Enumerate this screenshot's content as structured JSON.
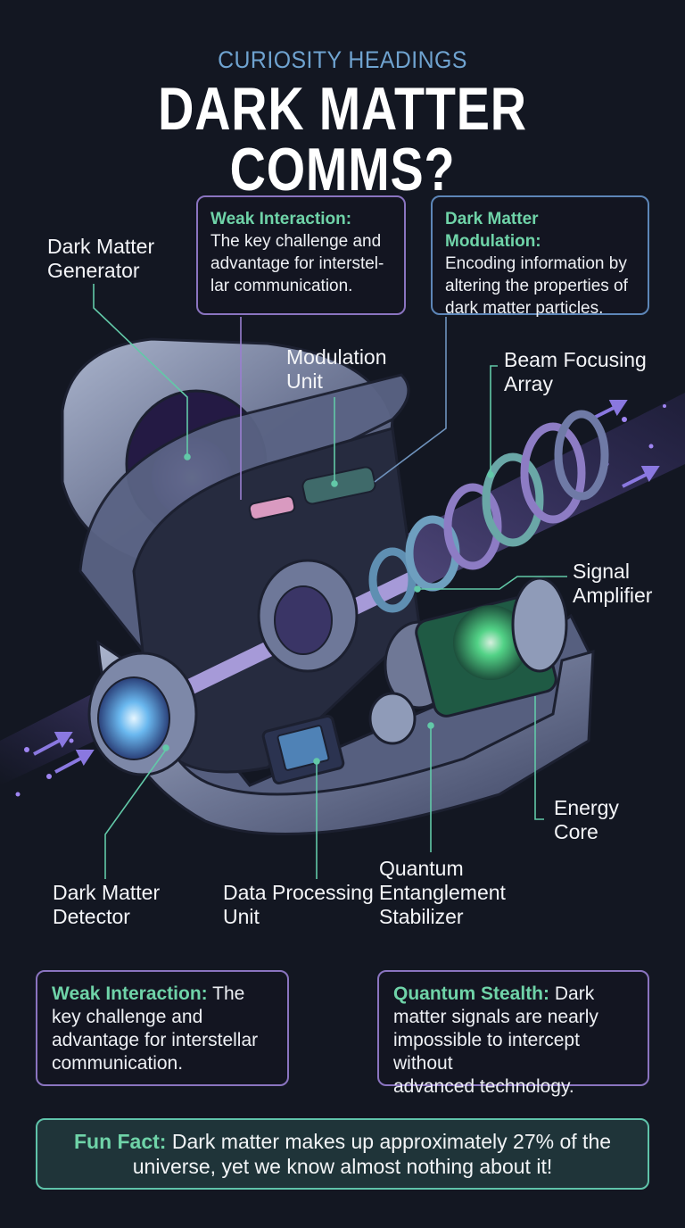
{
  "header": {
    "kicker": "CURIOSITY HEADINGS",
    "title": "DARK MATTER COMMS?"
  },
  "callouts_top": [
    {
      "heading": "Weak Interaction:",
      "body": "The key challenge and advantage for interstel-lar communication.",
      "lines": [
        "The key challenge and",
        "advantage for interstel-",
        "lar communication."
      ],
      "border_color": "#8a74c0"
    },
    {
      "heading": "Dark Matter Modulation:",
      "body": "Encoding information by altering the properties of dark matter particles.",
      "lines": [
        "Encoding information by",
        "altering the properties of",
        "dark matter particles."
      ],
      "border_color": "#5d86b8"
    }
  ],
  "diagram": {
    "labels": [
      {
        "id": "generator",
        "lines": [
          "Dark Matter",
          "Generator"
        ]
      },
      {
        "id": "modulation-unit",
        "lines": [
          "Modulation",
          "Unit"
        ]
      },
      {
        "id": "beam-focusing-array",
        "lines": [
          "Beam Focusing",
          "Array"
        ]
      },
      {
        "id": "signal-amplifier",
        "lines": [
          "Signal",
          "Amplifier"
        ]
      },
      {
        "id": "energy-core",
        "lines": [
          "Energy",
          "Core"
        ]
      },
      {
        "id": "detector",
        "lines": [
          "Dark Matter",
          "Detector"
        ]
      },
      {
        "id": "data-processing-unit",
        "lines": [
          "Data Processing",
          "Unit"
        ]
      },
      {
        "id": "quantum-stabilizer",
        "lines": [
          "Quantum",
          "Entanglement",
          "Stabilizer"
        ]
      }
    ],
    "colors": {
      "leader_line": "#62c9a8",
      "beam": "#9b7cf0",
      "energy_core": "#4fe38a",
      "hull": "#8f9bb8"
    }
  },
  "callouts_bottom": [
    {
      "heading": "Weak Interaction:",
      "body": "The key challenge and advantage for interstellar communication.",
      "lines_rest": [
        "key challenge and",
        "advantage for interstellar",
        "communication."
      ],
      "first_line_tail": "The",
      "border_color": "#8a74c0"
    },
    {
      "heading": "Quantum Stealth:",
      "body": "Dark matter signals are nearly impossible to intercept without advanced technology.",
      "first_line_tail": "Dark",
      "lines_rest": [
        "matter signals are nearly",
        "impossible to intercept without",
        "advanced technology."
      ],
      "border_color": "#8a74c0"
    }
  ],
  "fun_fact": {
    "heading": "Fun Fact:",
    "line1": "Dark matter makes up approximately 27% of the",
    "line2": "universe, yet we know almost nothing about it!",
    "border_color": "#5fc3aa"
  }
}
